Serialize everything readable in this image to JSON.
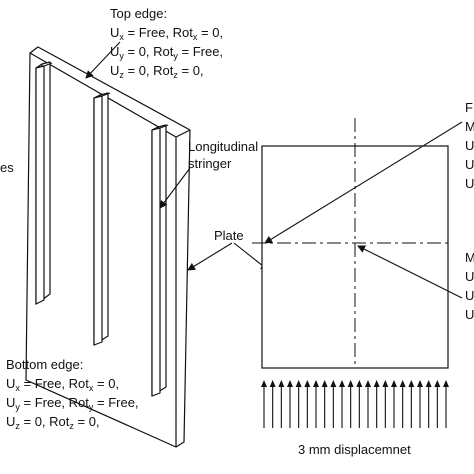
{
  "top_edge": {
    "title": "Top edge:",
    "lines": [
      [
        {
          "t": "U"
        },
        {
          "s": "x"
        },
        {
          "t": " = Free, Rot"
        },
        {
          "s": "x"
        },
        {
          "t": " = 0,"
        }
      ],
      [
        {
          "t": "U"
        },
        {
          "s": "y"
        },
        {
          "t": " = 0, Rot"
        },
        {
          "s": "y"
        },
        {
          "t": " = Free,"
        }
      ],
      [
        {
          "t": "U"
        },
        {
          "s": "z"
        },
        {
          "t": " = 0, Rot"
        },
        {
          "s": "z"
        },
        {
          "t": " = 0,"
        }
      ]
    ]
  },
  "bottom_edge": {
    "title": "Bottom edge:",
    "lines": [
      [
        {
          "t": "U"
        },
        {
          "s": "x"
        },
        {
          "t": " = Free, Rot"
        },
        {
          "s": "x"
        },
        {
          "t": " = 0,"
        }
      ],
      [
        {
          "t": "U"
        },
        {
          "s": "y"
        },
        {
          "t": " = Free, Rot"
        },
        {
          "s": "y"
        },
        {
          "t": " = Free,"
        }
      ],
      [
        {
          "t": "U"
        },
        {
          "s": "z"
        },
        {
          "t": " = 0, Rot"
        },
        {
          "s": "z"
        },
        {
          "t": " = 0,"
        }
      ]
    ]
  },
  "stringer_label": [
    "Longitudinal",
    "stringer"
  ],
  "plate_label": "Plate",
  "displacement_label": "3 mm displacemnet",
  "left_cut_text": "es",
  "right_cut_top": [
    "F",
    "M",
    "U",
    "U",
    "U"
  ],
  "right_cut_bottom": [
    "M",
    "U",
    "U",
    "U"
  ],
  "arrow_count": 22
}
